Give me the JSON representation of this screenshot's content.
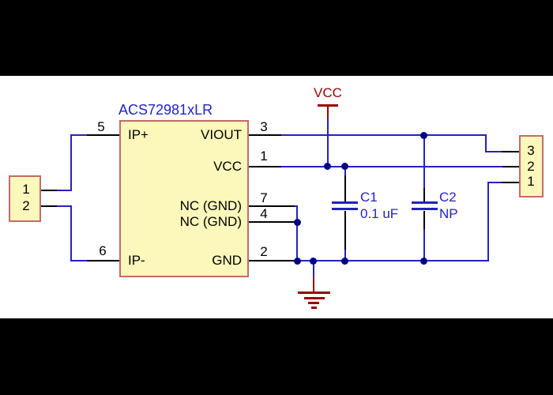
{
  "colors": {
    "background": "#000000",
    "canvas": "#ffffff",
    "wire_blue": "#2222c2",
    "text_blue": "#2222cc",
    "dark_red": "#990000",
    "black": "#000000",
    "box_fill": "#fcf8bb",
    "box_border": "#c26b6b",
    "dot_navy": "#000088"
  },
  "ic": {
    "title": "ACS72981xLR",
    "pins": {
      "ip_plus": {
        "number": "5",
        "label": "IP+"
      },
      "ip_minus": {
        "number": "6",
        "label": "IP-"
      },
      "viout": {
        "number": "3",
        "label": "VIOUT"
      },
      "vcc": {
        "number": "1",
        "label": "VCC"
      },
      "nc_top": {
        "number": "7",
        "label": "NC (GND)"
      },
      "nc_bottom": {
        "number": "4",
        "label": "NC (GND)"
      },
      "gnd": {
        "number": "2",
        "label": "GND"
      }
    }
  },
  "connectors": {
    "left": {
      "pins": [
        "1",
        "2"
      ]
    },
    "right": {
      "pins": [
        "3",
        "2",
        "1"
      ]
    }
  },
  "capacitors": {
    "c1": {
      "ref": "C1",
      "value": "0.1 uF"
    },
    "c2": {
      "ref": "C2",
      "value": "NP"
    }
  },
  "power": {
    "vcc_label": "VCC"
  }
}
